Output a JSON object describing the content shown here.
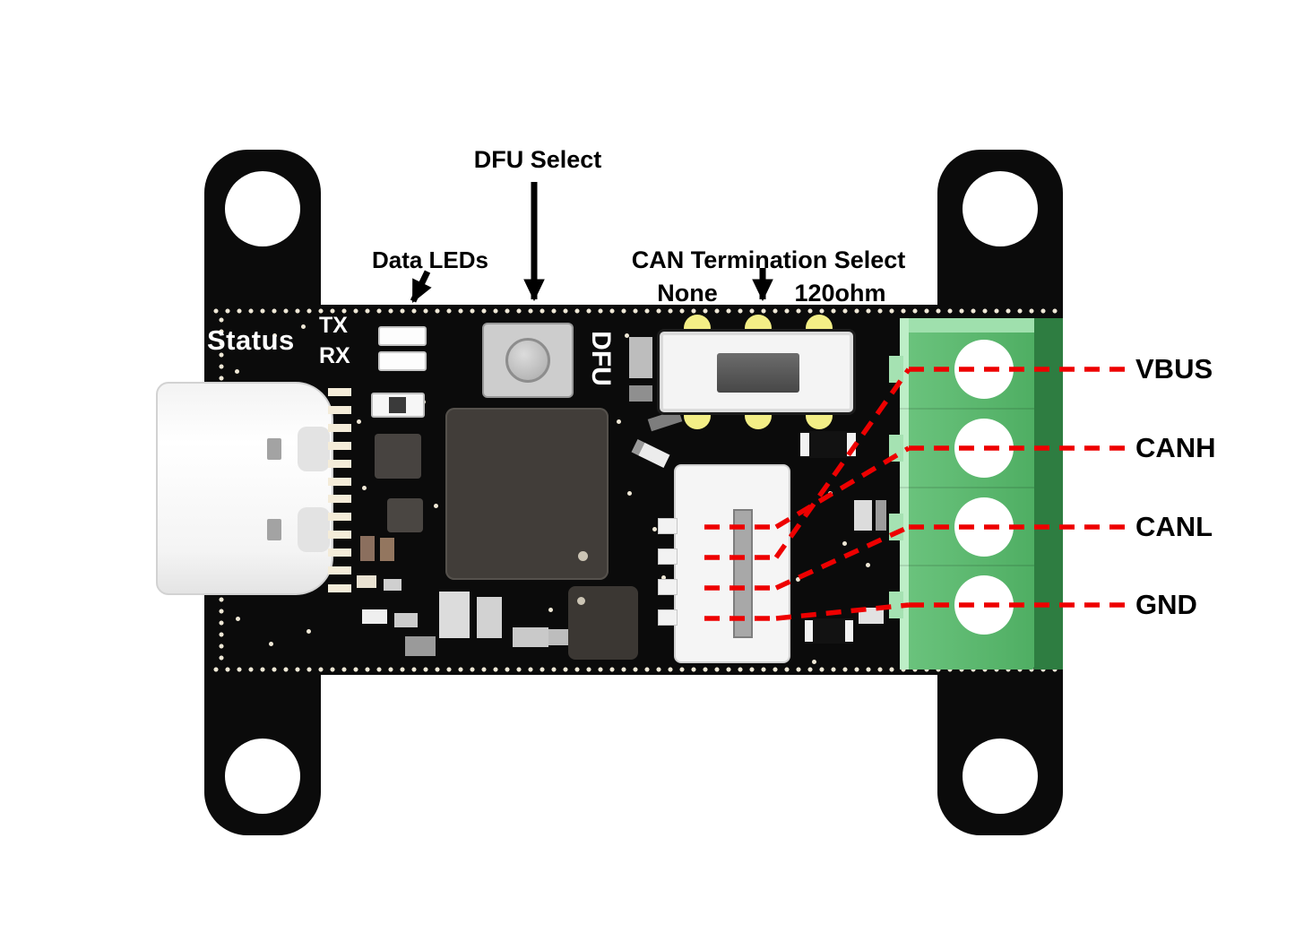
{
  "annotations": {
    "dfu_select": "DFU Select",
    "data_leds": "Data LEDs",
    "can_termination_select": "CAN Termination Select",
    "termination_left": "None",
    "termination_right": "120ohm"
  },
  "silkscreen": {
    "status": "Status",
    "tx": "TX",
    "rx": "RX",
    "dfu": "DFU"
  },
  "terminal_pins": [
    {
      "label": "VBUS"
    },
    {
      "label": "CANH"
    },
    {
      "label": "CANL"
    },
    {
      "label": "GND"
    }
  ],
  "colors": {
    "board_black": "#0b0b0b",
    "annotation_red": "#ee0000",
    "annotation_black": "#000000",
    "silkscreen_white": "#ffffff",
    "terminal_green": "#4fae63",
    "terminal_green_light": "#a5e2b2",
    "terminal_green_dark": "#2e7d41",
    "pad_yellow": "#f3ee86",
    "chip_gray": "#413d39",
    "via_cream": "#efe8d6"
  }
}
